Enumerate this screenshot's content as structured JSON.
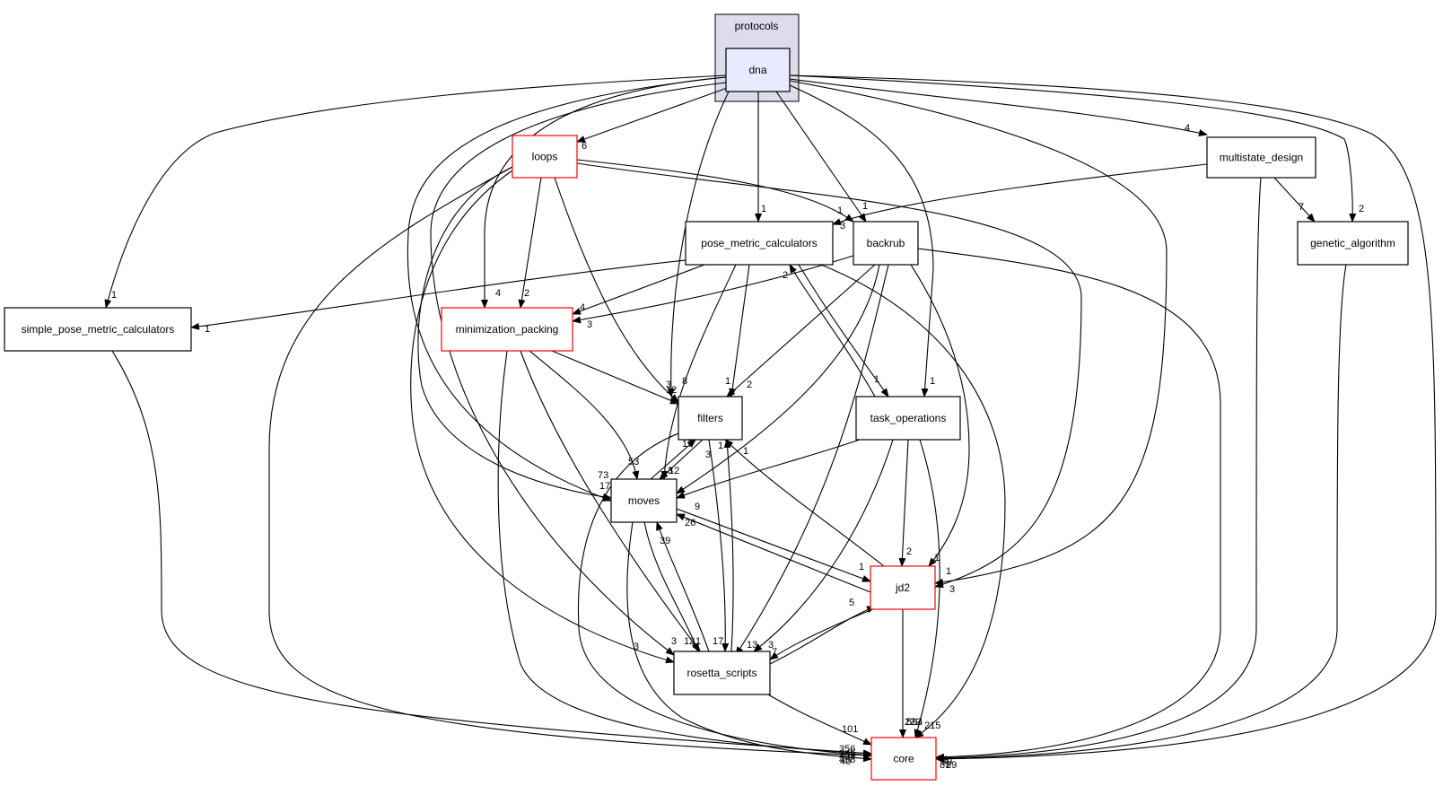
{
  "diagram": {
    "cluster": {
      "label": "protocols"
    },
    "nodes": {
      "dna": {
        "label": "dna",
        "style": "focus"
      },
      "loops": {
        "label": "loops",
        "style": "red"
      },
      "multistate_design": {
        "label": "multistate_design",
        "style": "black"
      },
      "pose_metric_calculators": {
        "label": "pose_metric_calculators",
        "style": "black"
      },
      "backrub": {
        "label": "backrub",
        "style": "black"
      },
      "genetic_algorithm": {
        "label": "genetic_algorithm",
        "style": "black"
      },
      "simple_pose_metric_calculators": {
        "label": "simple_pose_metric_calculators",
        "style": "black"
      },
      "minimization_packing": {
        "label": "minimization_packing",
        "style": "red"
      },
      "filters": {
        "label": "filters",
        "style": "black"
      },
      "task_operations": {
        "label": "task_operations",
        "style": "black"
      },
      "moves": {
        "label": "moves",
        "style": "black"
      },
      "jd2": {
        "label": "jd2",
        "style": "red"
      },
      "rosetta_scripts": {
        "label": "rosetta_scripts",
        "style": "black"
      },
      "core": {
        "label": "core",
        "style": "red"
      }
    },
    "edges": [
      {
        "id": "e-dna-loops",
        "label": "6"
      },
      {
        "id": "e-dna-multistate",
        "label": "4"
      },
      {
        "id": "e-dna-pmc",
        "label": "1"
      },
      {
        "id": "e-dna-backrub",
        "label": "1"
      },
      {
        "id": "e-dna-genetic",
        "label": "2"
      },
      {
        "id": "e-dna-simple",
        "label": "1"
      },
      {
        "id": "e-dna-minpack",
        "label": "4"
      },
      {
        "id": "e-dna-filters",
        "label": "8"
      },
      {
        "id": "e-dna-taskops",
        "label": "1"
      },
      {
        "id": "e-dna-moves",
        "label": "73"
      },
      {
        "id": "e-dna-jd2",
        "label": "1"
      },
      {
        "id": "e-dna-rosetta",
        "label": "3"
      },
      {
        "id": "e-dna-core",
        "label": "89"
      },
      {
        "id": "e-loops-backrub",
        "label": "1"
      },
      {
        "id": "e-loops-minpack",
        "label": "2"
      },
      {
        "id": "e-loops-filters",
        "label": "3"
      },
      {
        "id": "e-loops-moves",
        "label": "17"
      },
      {
        "id": "e-loops-jd2",
        "label": "3"
      },
      {
        "id": "e-loops-rosetta",
        "label": "3"
      },
      {
        "id": "e-loops-core",
        "label": "356"
      },
      {
        "id": "e-multistate-pmc",
        "label": "3"
      },
      {
        "id": "e-multistate-genetic",
        "label": "7"
      },
      {
        "id": "e-multistate-core",
        "label": "81"
      },
      {
        "id": "e-pmc-simple",
        "label": "1"
      },
      {
        "id": "e-pmc-minpack",
        "label": "4"
      },
      {
        "id": "e-pmc-filters",
        "label": "1"
      },
      {
        "id": "e-pmc-moves",
        "label": "3"
      },
      {
        "id": "e-pmc-taskops",
        "label": "1"
      },
      {
        "id": "e-pmc-core",
        "label": "215"
      },
      {
        "id": "e-backrub-minpack",
        "label": "3"
      },
      {
        "id": "e-backrub-filters",
        "label": "2"
      },
      {
        "id": "e-backrub-moves",
        "label": "1"
      },
      {
        "id": "e-backrub-jd2",
        "label": "1"
      },
      {
        "id": "e-backrub-rosetta",
        "label": "13"
      },
      {
        "id": "e-backrub-core",
        "label": "89"
      },
      {
        "id": "e-genetic-core",
        "label": "9"
      },
      {
        "id": "e-simple-core",
        "label": "40"
      },
      {
        "id": "e-minpack-filters",
        "label": "12"
      },
      {
        "id": "e-minpack-moves",
        "label": "53"
      },
      {
        "id": "e-minpack-rosetta",
        "label": "12"
      },
      {
        "id": "e-minpack-core",
        "label": "403"
      },
      {
        "id": "e-taskops-pmc",
        "label": "2"
      },
      {
        "id": "e-taskops-moves",
        "label": "9"
      },
      {
        "id": "e-taskops-jd2",
        "label": "2"
      },
      {
        "id": "e-taskops-rosetta",
        "label": "3"
      },
      {
        "id": "e-taskops-core",
        "label": "594"
      },
      {
        "id": "e-filters-moves",
        "label": "12"
      },
      {
        "id": "e-filters-rosetta",
        "label": "17"
      },
      {
        "id": "e-filters-core",
        "label": "145"
      },
      {
        "id": "e-moves-filters",
        "label": "17"
      },
      {
        "id": "e-moves-jd2",
        "label": "1"
      },
      {
        "id": "e-moves-rosetta",
        "label": "1"
      },
      {
        "id": "e-moves-core",
        "label": "498"
      },
      {
        "id": "e-jd2-filters",
        "label": "1"
      },
      {
        "id": "e-jd2-moves",
        "label": "26"
      },
      {
        "id": "e-jd2-rosetta",
        "label": "7"
      },
      {
        "id": "e-jd2-core",
        "label": "222"
      },
      {
        "id": "e-rosetta-moves",
        "label": "39"
      },
      {
        "id": "e-rosetta-filters",
        "label": "3"
      },
      {
        "id": "e-rosetta-jd2",
        "label": "5"
      },
      {
        "id": "e-rosetta-core",
        "label": "101"
      }
    ]
  }
}
